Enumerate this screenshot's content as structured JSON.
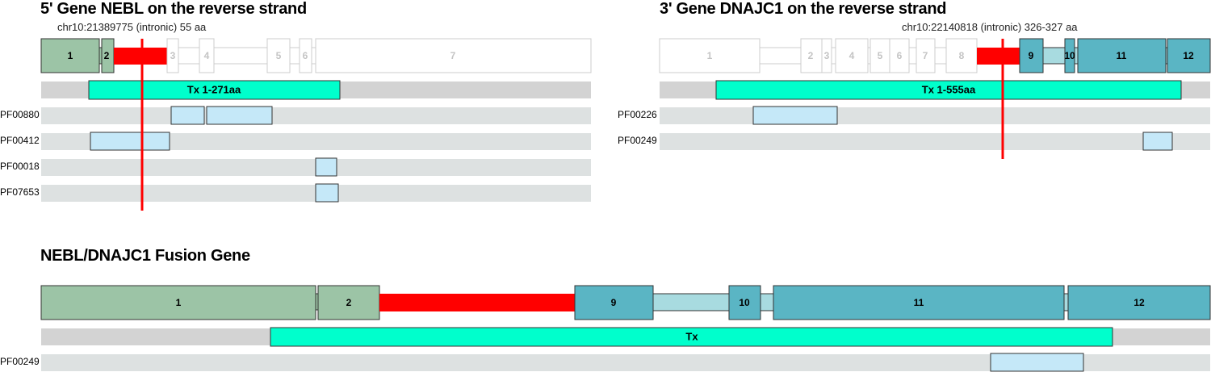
{
  "colors": {
    "five_prime_exon": "#9cc4a6",
    "three_prime_exon": "#5ab5c4",
    "three_prime_intron": "#a8dbe0",
    "faded_exon_border": "#cccccc",
    "junction": "#ff0000",
    "transcript": "#00ffcc",
    "track_bg": "#d3d3d3",
    "domain_track_bg": "#dde1e1",
    "domain": "#c5e8f8",
    "breakpoint_line": "#ff0000"
  },
  "gene5": {
    "title": "5' Gene NEBL on the reverse strand",
    "breakpoint_label": "chr10:21389775 (intronic) 55 aa",
    "exons": [
      "1",
      "2",
      "3",
      "4",
      "5",
      "6",
      "7"
    ],
    "transcript_label": "Tx 1-271aa",
    "domains": [
      "PF00880",
      "PF00412",
      "PF00018",
      "PF07653"
    ]
  },
  "gene3": {
    "title": "3' Gene DNAJC1 on the reverse strand",
    "breakpoint_label": "chr10:22140818 (intronic) 326-327 aa",
    "exons": [
      "1",
      "2",
      "3",
      "4",
      "5",
      "6",
      "7",
      "8",
      "9",
      "10",
      "11",
      "12"
    ],
    "transcript_label": "Tx 1-555aa",
    "domains": [
      "PF00226",
      "PF00249"
    ]
  },
  "fusion": {
    "title": "NEBL/DNAJC1 Fusion Gene",
    "exons": [
      "1",
      "2",
      "9",
      "10",
      "11",
      "12"
    ],
    "transcript_label": "Tx",
    "domains": [
      "PF00249"
    ]
  }
}
